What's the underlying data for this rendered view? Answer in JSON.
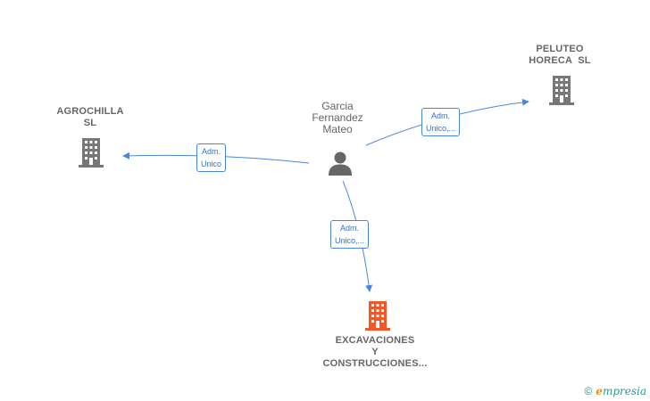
{
  "person": {
    "name_lines": [
      "Garcia",
      "Fernandez",
      "Mateo"
    ],
    "icon": "person-icon"
  },
  "companies": [
    {
      "id": "agrochilla",
      "name_lines": [
        "AGROCHILLA",
        "SL"
      ],
      "color": "#777777",
      "icon": "building-icon"
    },
    {
      "id": "peluteo",
      "name_lines": [
        "PELUTEO",
        "HORECA  SL"
      ],
      "color": "#777777",
      "icon": "building-icon"
    },
    {
      "id": "excavaciones",
      "name_lines": [
        "EXCAVACIONES",
        "Y",
        "CONSTRUCCIONES..."
      ],
      "color": "#f0582a",
      "icon": "building-icon"
    }
  ],
  "edges": [
    {
      "to": "agrochilla",
      "label_lines": [
        "Adm.",
        "Unico"
      ]
    },
    {
      "to": "peluteo",
      "label_lines": [
        "Adm.",
        "Unico,..."
      ]
    },
    {
      "to": "excavaciones",
      "label_lines": [
        "Adm.",
        "Unico,..."
      ]
    }
  ],
  "colors": {
    "edge": "#4a86d9",
    "accent_company": "#f0582a",
    "company": "#777777"
  },
  "footer": {
    "copyright": "©",
    "brand_first": "e",
    "brand_rest": "mpresia"
  }
}
